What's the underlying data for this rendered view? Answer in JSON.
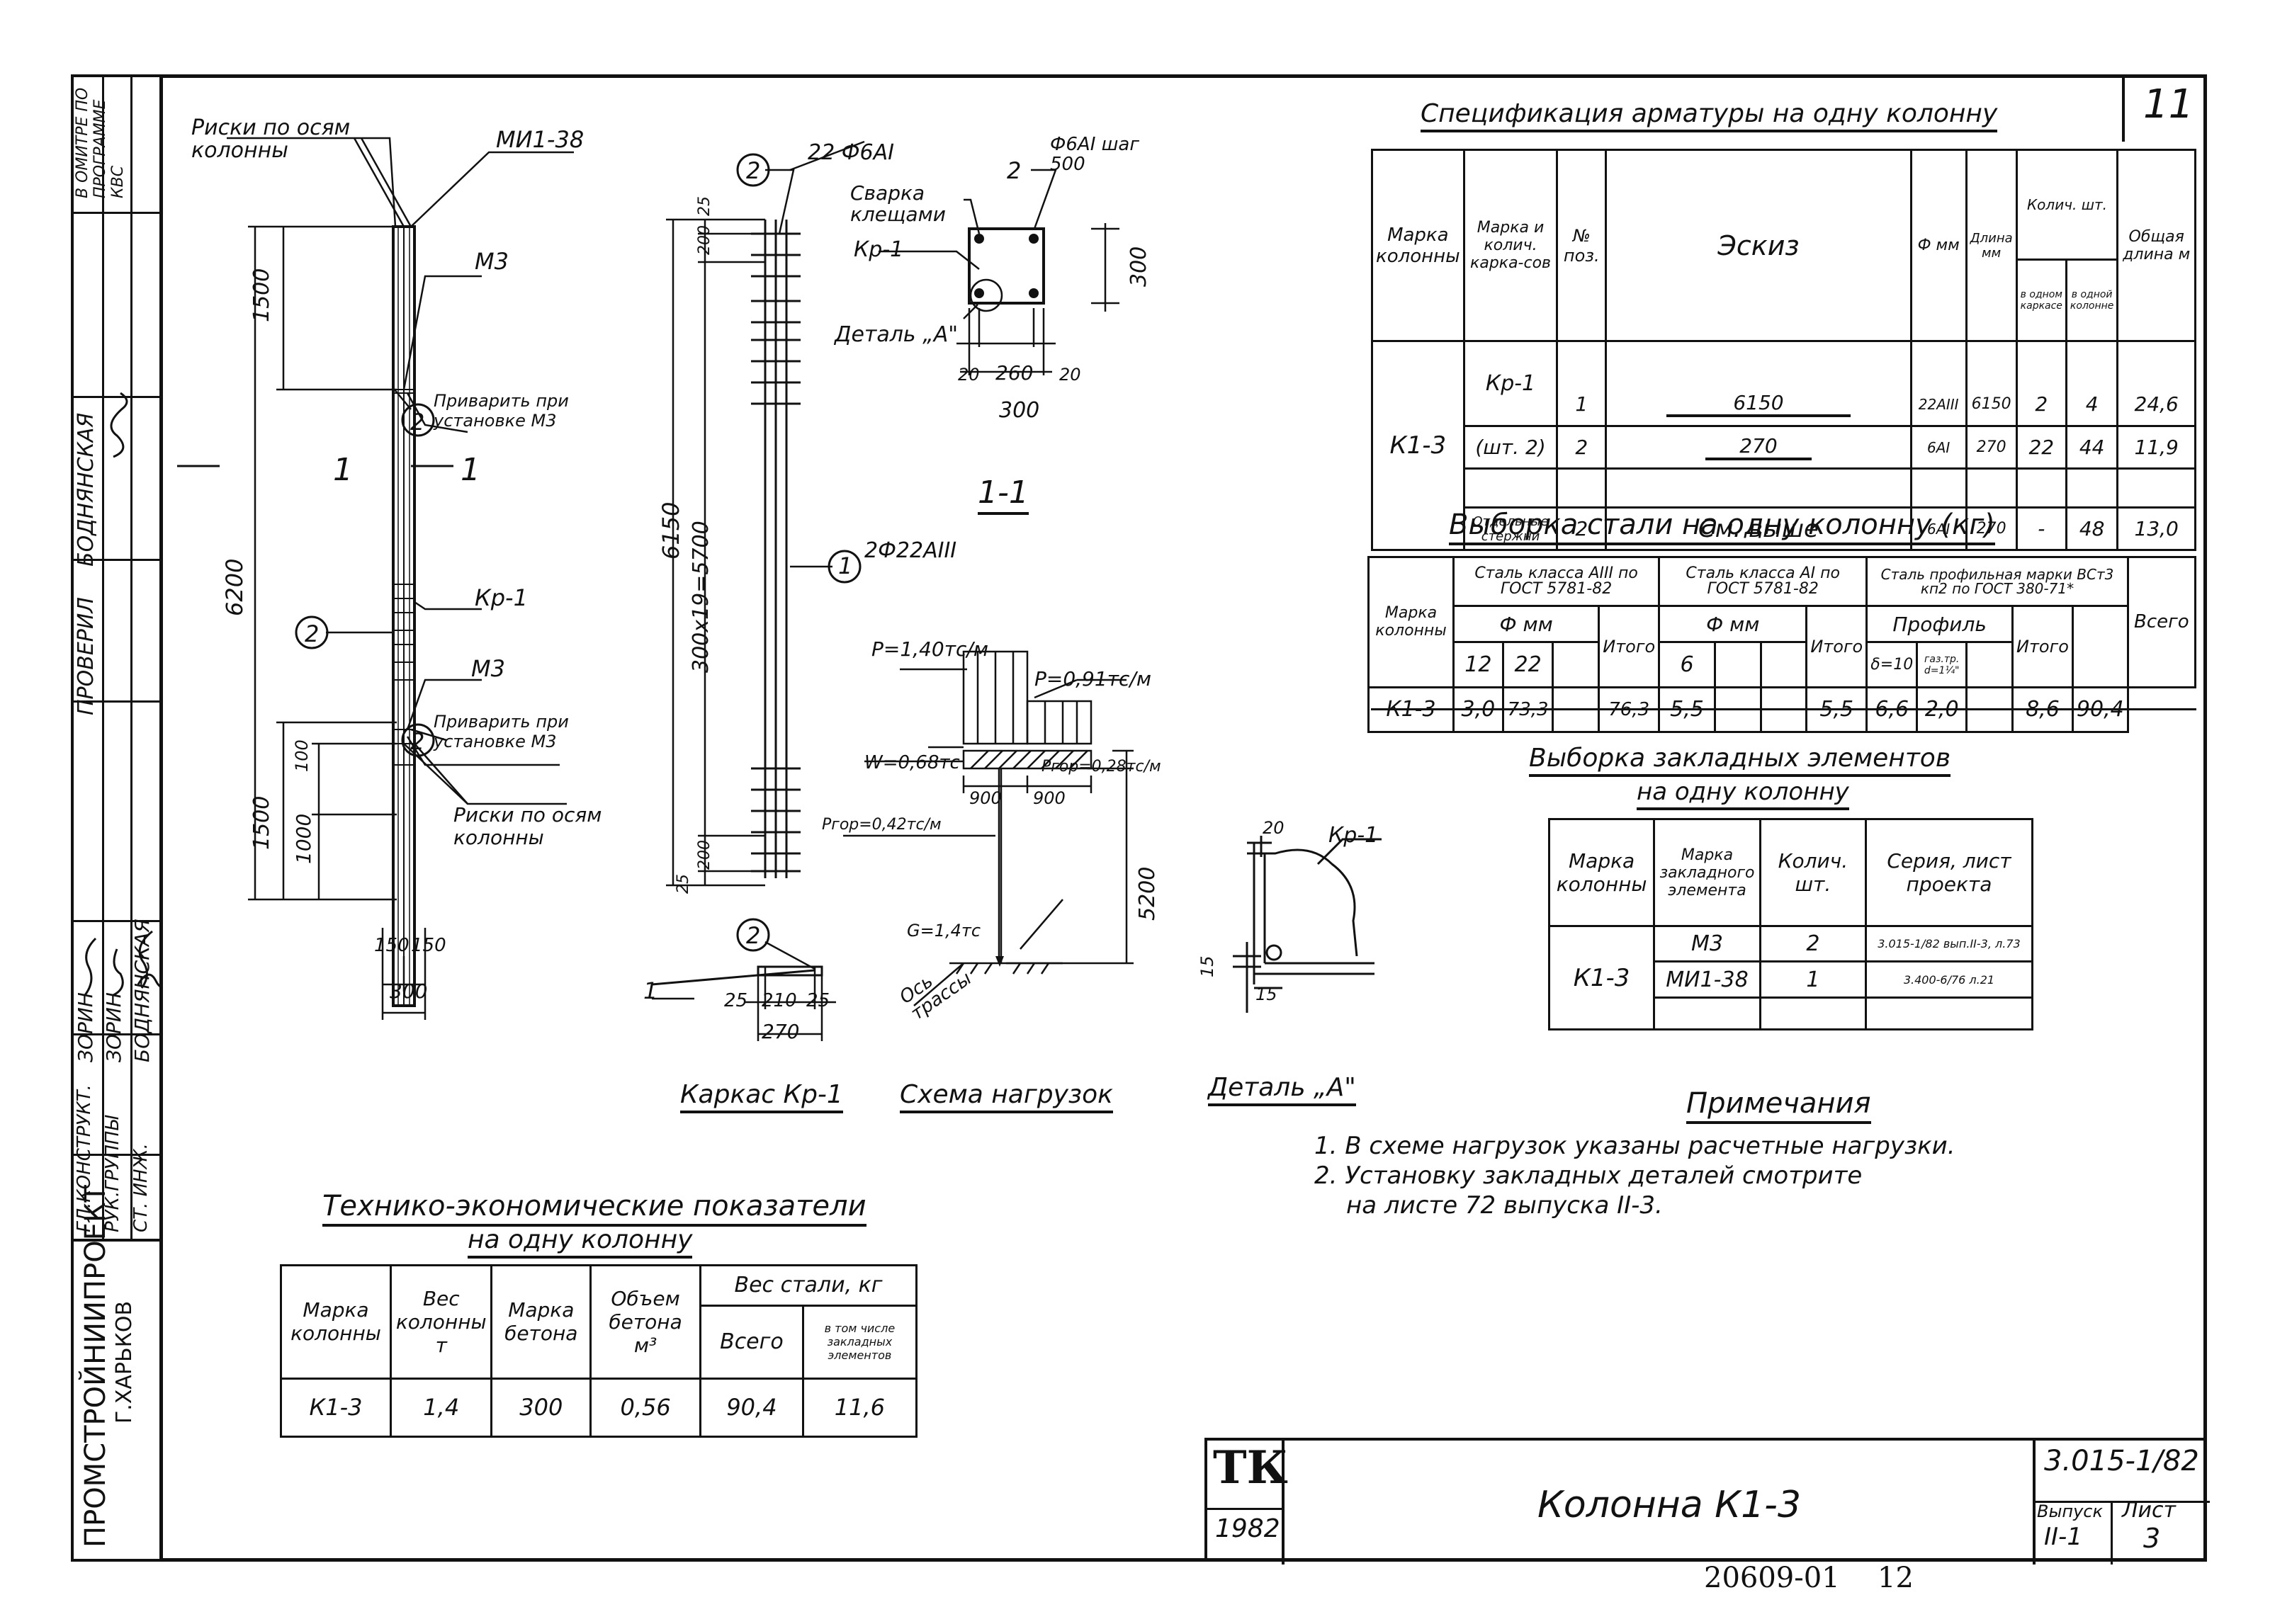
{
  "sheet_no": "11",
  "left_strip": {
    "org_name": "ПРОМСТРОЙНИИПРОЕКТ",
    "org_city": "Г.ХАРЬКОВ",
    "roles": [
      "ГЛ.КОНСТРУКТ.",
      "РУК.ГРУППЫ",
      "СТ. ИНЖ."
    ],
    "names": [
      "ЗОРИН",
      "ЗОРИН",
      "БОДНЯНСКАЯ"
    ],
    "check_label": "ПРОВЕРИЛ",
    "check_name": "БОДНЯНСКАЯ",
    "program_note": "В ОМИТРЕ ПО ПРОГРАММЕ КВС"
  },
  "column_drawing": {
    "label_risks_top": "Риски по осям колонны",
    "label_mi": "МИ1-38",
    "label_m3_top": "М3",
    "note_weld_top": "Приварить при установке М3",
    "label_kr": "Кр-1",
    "label_m3_bot": "М3",
    "note_weld_bot": "Приварить при установке М3",
    "label_risks_bot": "Риски по осям колонны",
    "section_mark": "1",
    "dim_total": "6200",
    "dim_top": "1500",
    "dim_bot": "1500",
    "dim_1000": "1000",
    "dim_100": "100",
    "dim_150a": "150",
    "dim_150b": "150",
    "dim_300": "300",
    "pos2": "2"
  },
  "cage_drawing": {
    "callout_top": "22 Ф6АI",
    "pos2": "2",
    "pos1": "1",
    "callout_mid": "2Ф22АIII",
    "dim_6150": "6150",
    "dim_step": "300x19=5700",
    "dim_200a": "200",
    "dim_25a": "25",
    "dim_200b": "200",
    "dim_25b": "25",
    "det_25a": "25",
    "det_210": "210",
    "det_25b": "25",
    "det_270": "270",
    "caption": "Каркас Кр-1"
  },
  "section_drawing": {
    "callout": "Ф6АI шаг 500",
    "pos2": "2",
    "welding": "Сварка клещами",
    "kr": "Кр-1",
    "detail": "Деталь „А\"",
    "dim_20a": "20",
    "dim_260": "260",
    "dim_20b": "20",
    "dim_300w": "300",
    "dim_300h": "300",
    "caption": "1-1"
  },
  "load_scheme": {
    "p1": "P=1,40тс/м",
    "p2": "P=0,91тс/м",
    "w": "W=0,68тс",
    "p_top": "Pгор=0,28тс/м",
    "p_bot": "Pгор=0,42тс/м",
    "d900a": "900",
    "d900b": "900",
    "g": "G=1,4тс",
    "h5200": "5200",
    "axis": "Ось трассы",
    "caption": "Схема нагрузок"
  },
  "detail_a": {
    "kr": "Кр-1",
    "d20": "20",
    "d15a": "15",
    "d15b": "15",
    "caption": "Деталь „А\""
  },
  "spec_table": {
    "title": "Спецификация арматуры на одну колонну",
    "headers": {
      "col_mark": "Марка колонны",
      "cage_mark": "Марка и колич. карка-сов",
      "pos": "№ поз.",
      "sketch": "Эскиз",
      "dia": "Ф мм",
      "len": "Длина мм",
      "qty": "Колич. шт.",
      "qty_cage": "в одном каркасе",
      "qty_col": "в одной колонне",
      "total_len": "Общая длина м"
    },
    "col_mark": "К1-3",
    "cage": "Кр-1",
    "cage_qty": "(шт. 2)",
    "separate": "Отдельные стержни",
    "rows": [
      {
        "pos": "1",
        "sketch": "6150",
        "dia": "22АIII",
        "len": "6150",
        "q1": "2",
        "q2": "4",
        "total": "24,6"
      },
      {
        "pos": "2",
        "sketch": "270",
        "dia": "6АI",
        "len": "270",
        "q1": "22",
        "q2": "44",
        "total": "11,9"
      },
      {
        "pos": "2",
        "sketch": "См. выше",
        "dia": "6АI",
        "len": "270",
        "q1": "-",
        "q2": "48",
        "total": "13,0"
      }
    ]
  },
  "steel_table": {
    "title": "Выборка стали на одну колонну (кг)",
    "h_mark": "Марка колонны",
    "h_a3": "Сталь класса АIII по ГОСТ 5781-82",
    "h_a1": "Сталь класса АI по ГОСТ 5781-82",
    "h_prof": "Сталь профильная марки ВСт3 кп2 по ГОСТ 380-71*",
    "h_dia": "Ф мм",
    "h_profile": "Профиль",
    "h_total": "Итого",
    "h_all": "Всего",
    "d12": "12",
    "d22": "22",
    "d6": "6",
    "p_delta": "δ=10",
    "p_pipe": "газ.тр. d=1¼\"",
    "row": {
      "mark": "К1-3",
      "v12": "3,0",
      "v22": "73,3",
      "t1": "76,3",
      "v6": "5,5",
      "t2": "5,5",
      "pd": "6,6",
      "pp": "2,0",
      "t3": "8,6",
      "all": "90,4"
    }
  },
  "embed_table": {
    "title1": "Выборка закладных элементов",
    "title2": "на одну колонну",
    "h_mark": "Марка колонны",
    "h_emark": "Марка закладного элемента",
    "h_qty": "Колич. шт.",
    "h_series": "Серия, лист проекта",
    "col_mark": "К1-3",
    "rows": [
      {
        "mark": "М3",
        "qty": "2",
        "series": "3.015-1/82 вып.II-3, л.73"
      },
      {
        "mark": "МИ1-38",
        "qty": "1",
        "series": "3.400-6/76 л.21"
      }
    ]
  },
  "notes": {
    "title": "Примечания",
    "items": [
      "1. В схеме нагрузок указаны расчетные нагрузки.",
      "2. Установку закладных деталей смотрите",
      "на листе 72 выпуска II-3."
    ]
  },
  "teo_table": {
    "title1": "Технико-экономические показатели",
    "title2": "на одну колонну",
    "h_mark": "Марка колонны",
    "h_weight": "Вес колонны т",
    "h_concrete": "Марка бетона",
    "h_volume": "Объем бетона м³",
    "h_steel": "Вес стали, кг",
    "h_all": "Всего",
    "h_embed": "в том числе закладных элементов",
    "row": {
      "mark": "К1-3",
      "weight": "1,4",
      "concrete": "300",
      "volume": "0,56",
      "steel": "90,4",
      "embed": "11,6"
    }
  },
  "stamp": {
    "logo": "ТК",
    "year": "1982",
    "title": "Колонна К1-3",
    "series": "3.015-1/82",
    "issue_label": "Выпуск",
    "issue": "II-1",
    "sheet_label": "Лист",
    "sheet": "3"
  },
  "bottom_code": "20609-01",
  "bottom_page": "12"
}
